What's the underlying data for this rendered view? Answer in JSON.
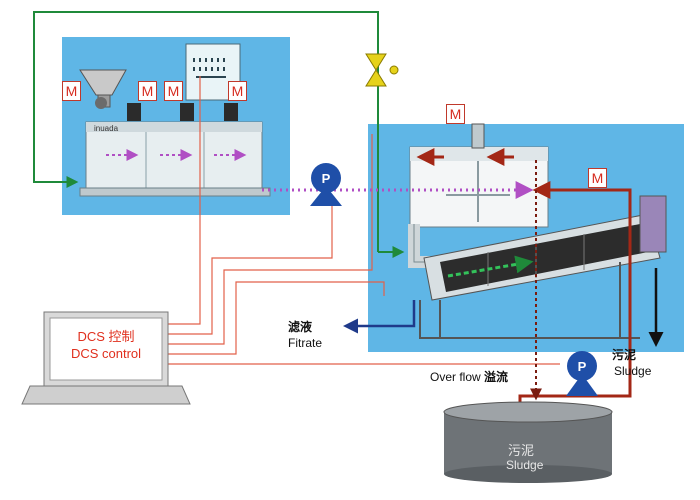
{
  "diagram": {
    "prep_unit": {
      "brand": "inuada",
      "motor_label": "M"
    },
    "screw_press": {
      "motor_label": "M"
    },
    "pump_label": "P",
    "dcs": {
      "line_cn": "DCS 控制",
      "line_en": "DCS control"
    },
    "filtrate": {
      "cn": "滤液",
      "en": "Fitrate"
    },
    "overflow": {
      "en": "Over flow",
      "cn": "溢流"
    },
    "sludge_output": {
      "cn": "污泥",
      "en": "Sludge"
    },
    "sludge_tank": {
      "cn": "污泥",
      "en": "Sludge"
    },
    "colors": {
      "panel_blue": "#5fb6e6",
      "green_line": "#1f8a3a",
      "red_line": "#e2614a",
      "sludge_pipe": "#a32716",
      "purple_flow": "#b04fc4",
      "pump_blue": "#1f4fa8",
      "valve_yellow": "#e6d21a"
    }
  }
}
